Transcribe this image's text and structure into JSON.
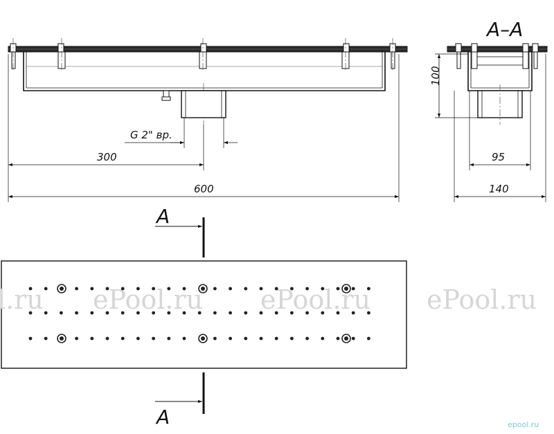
{
  "section": {
    "title": "A–A",
    "cut_label_top": "A",
    "cut_label_bottom": "A"
  },
  "dimensions": {
    "thread": "G 2\" вр.",
    "half_length": "300",
    "length": "600",
    "height": "100",
    "inner_width": "95",
    "width": "140"
  },
  "watermark": {
    "text": "ePool.ru",
    "partial": "l.ru"
  },
  "brand": "epool.ru"
}
